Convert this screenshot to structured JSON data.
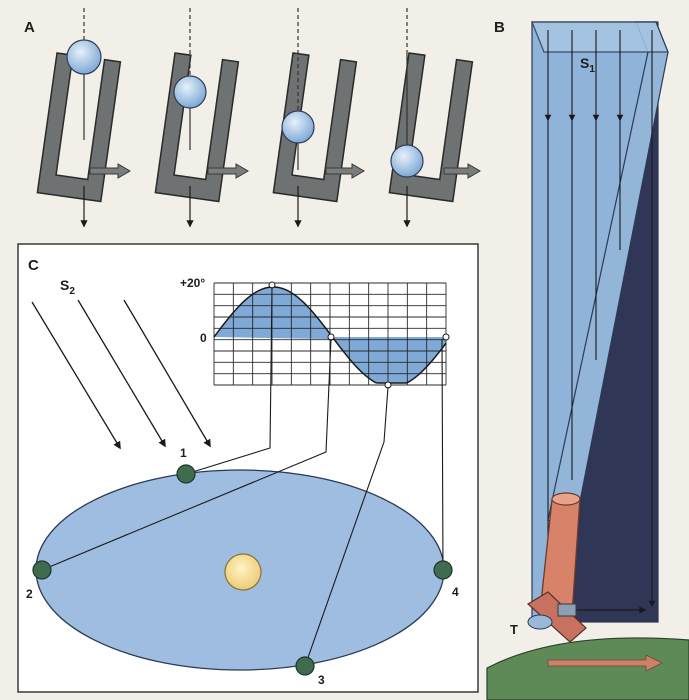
{
  "panels": {
    "a": {
      "label": "A"
    },
    "b": {
      "label": "B",
      "ray_label_base": "S",
      "ray_label_sub": "1",
      "telescope_label": "T"
    },
    "c": {
      "label": "C",
      "ray_label_base": "S",
      "ray_label_sub": "2",
      "graph": {
        "y_top_label": "+20°",
        "y_zero_label": "0"
      },
      "positions": [
        "1",
        "2",
        "3",
        "4"
      ]
    }
  },
  "colors": {
    "light_blue": "#8fb3d9",
    "dark_navy": "#2e3555",
    "tube_gray": "#6e7070",
    "ball": "#a9c9ea",
    "sun": "#f4dc93",
    "planet": "#3f6b4e",
    "telescope": "#d9826a",
    "ground": "#5e8a57"
  }
}
